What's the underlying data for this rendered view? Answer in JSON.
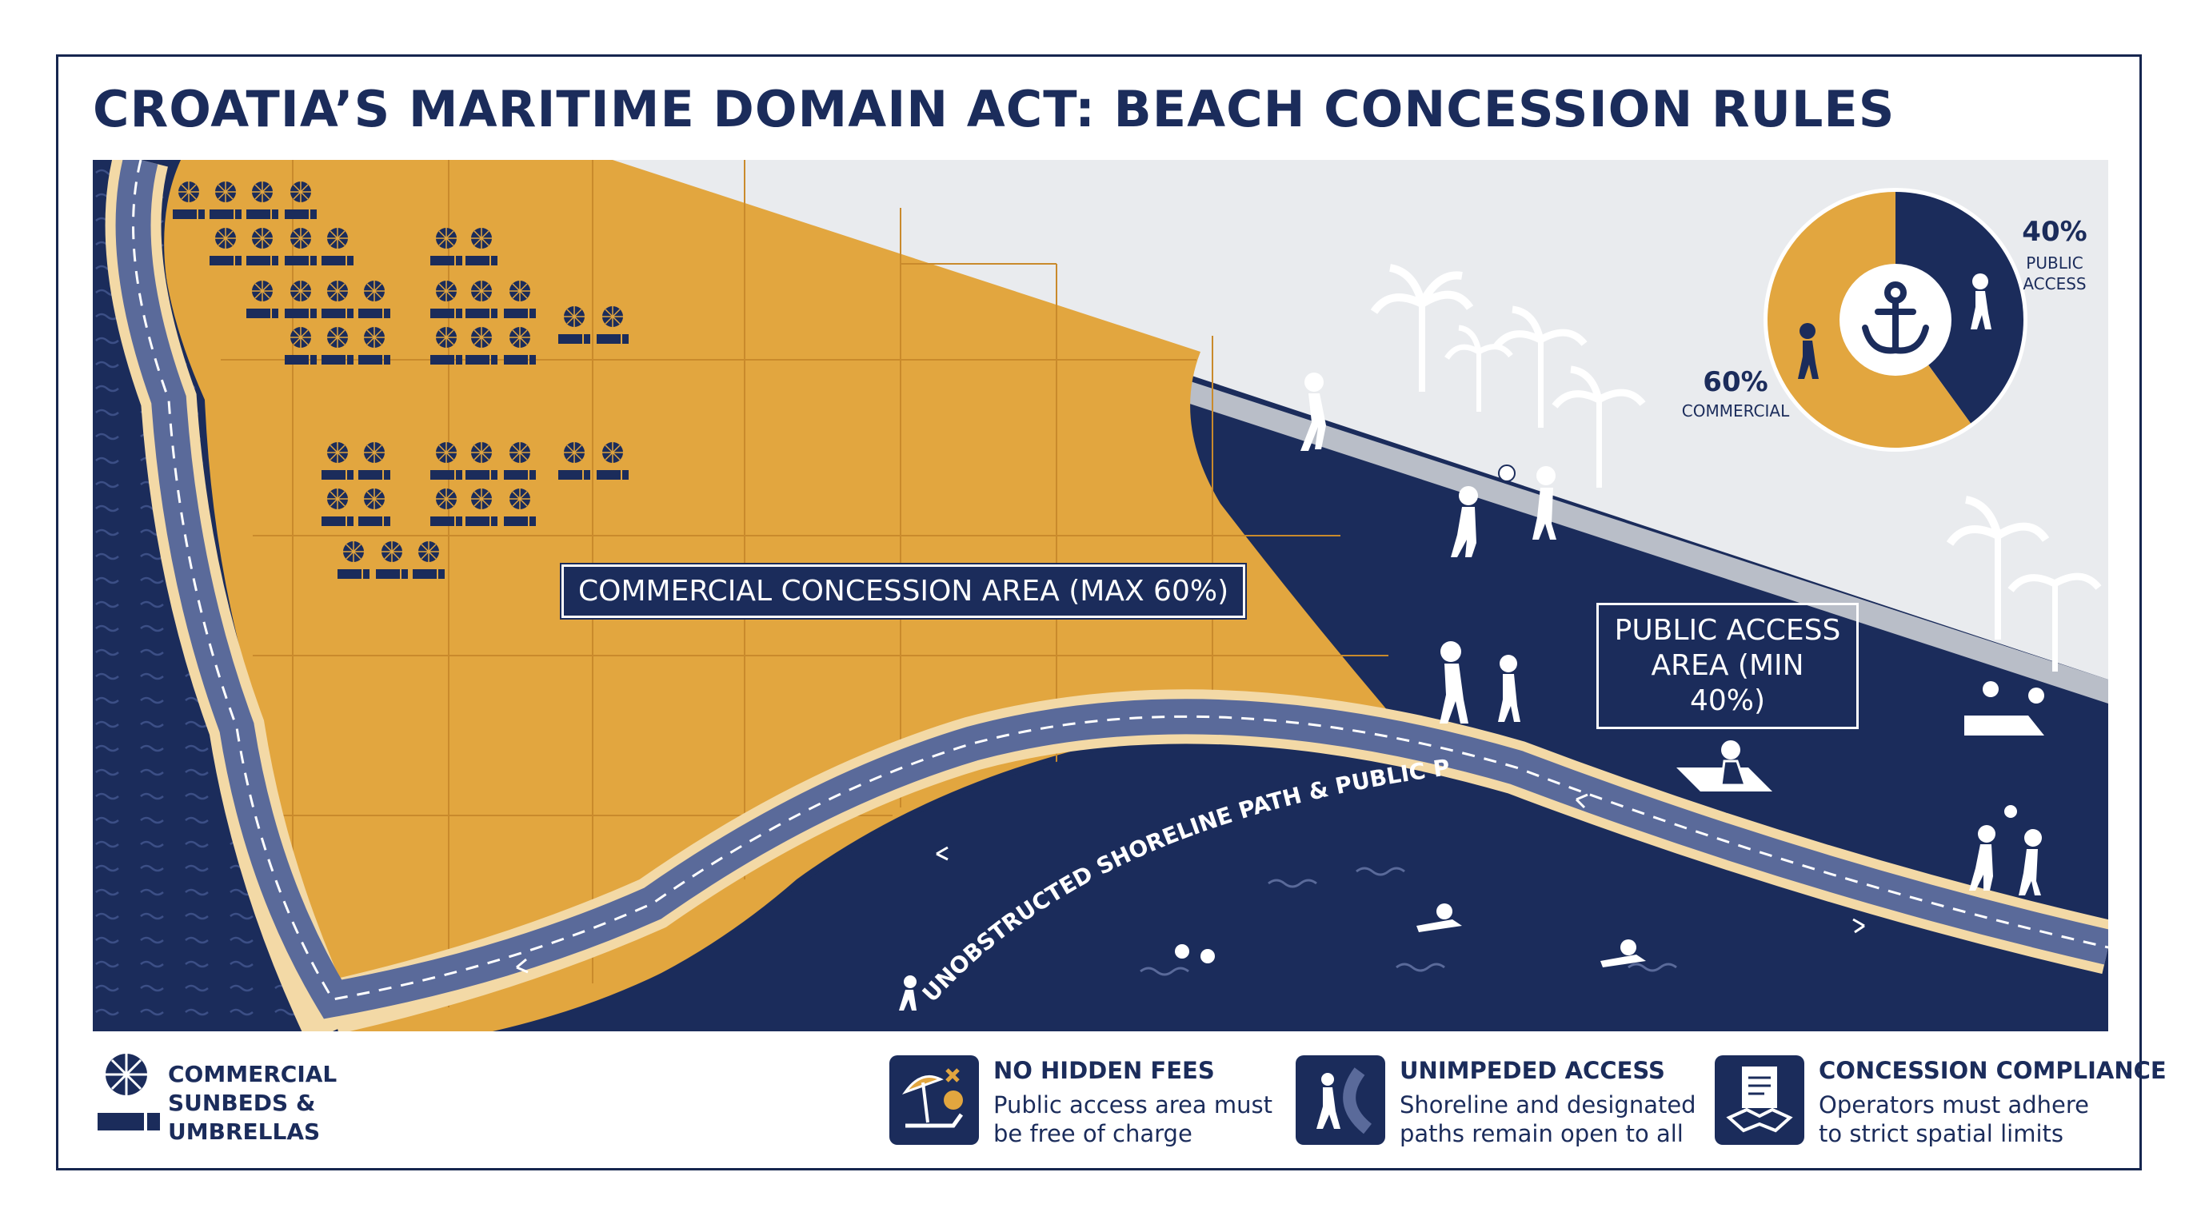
{
  "title": "CROATIA’S MARITIME DOMAIN ACT: BEACH CONCESSION RULES",
  "colors": {
    "navy": "#1b2c5b",
    "gold": "#e2a63f",
    "sand": "#f3d9a6",
    "road": "#5a6a9a",
    "gray": "#e9ebee"
  },
  "map": {
    "commercial_label": "COMMERCIAL CONCESSION AREA (MAX 60%)",
    "public_label_line1": "PUBLIC ACCESS",
    "public_label_line2": "AREA (MIN 40%)",
    "path_label": "UNOBSTRUCTED SHORELINE PATH & PUBLIC PASSAGE"
  },
  "donut": {
    "center_icon": "anchor-icon",
    "public_pct": "40%",
    "public_label_line1": "PUBLIC",
    "public_label_line2": "ACCESS",
    "commercial_pct": "60%",
    "commercial_label": "COMMERCIAL",
    "shares": {
      "commercial": 60,
      "public": 40
    }
  },
  "legend": {
    "line1": "COMMERCIAL",
    "line2": "SUNBEDS &",
    "line3": "UMBRELLAS",
    "icon": "umbrella-sunbed-icon"
  },
  "rules": [
    {
      "title": "NO HIDDEN FEES",
      "desc_line1": "Public access area must",
      "desc_line2": "be free of charge",
      "icon": "umbrella-no-fee-icon"
    },
    {
      "title": "UNIMPEDED ACCESS",
      "desc_line1": "Shoreline and designated",
      "desc_line2": "paths remain open to all",
      "icon": "walking-path-icon"
    },
    {
      "title": "CONCESSION COMPLIANCE",
      "desc_line1": "Operators must adhere",
      "desc_line2": "to strict spatial limits",
      "icon": "document-handshake-icon"
    }
  ]
}
